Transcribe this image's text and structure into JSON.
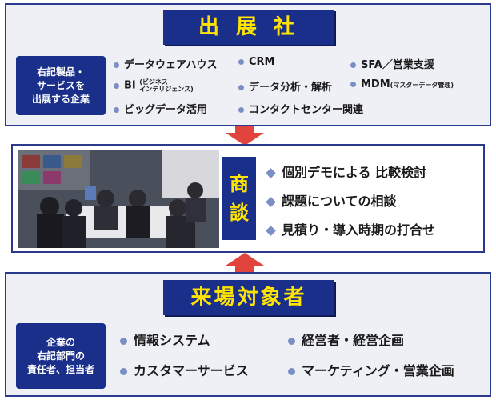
{
  "exhibitor": {
    "title": "出 展 社",
    "label": "右記製品・\nサービスを\n出展する企業",
    "items": {
      "dw": "データウェアハウス",
      "crm": "CRM",
      "sfa": "SFA／営業支援",
      "bi": "BI",
      "bi_sub_1": "(ビジネス",
      "bi_sub_2": "インテリジェンス)",
      "analysis": "データ分析・解析",
      "mdm": "MDM",
      "mdm_sub": "(マスターデータ管理)",
      "bigdata": "ビッグデータ活用",
      "contact": "コンタクトセンター関連"
    }
  },
  "meeting": {
    "title_1": "商",
    "title_2": "談",
    "items": [
      "個別デモによる 比較検討",
      "課題についての相談",
      "見積り・導入時期の打合せ"
    ]
  },
  "visitor": {
    "title": "来場対象者",
    "label": "企業の\n右記部門の\n責任者、担当者",
    "items": {
      "info": "情報システム",
      "mgmt": "経営者・経営企画",
      "cs": "カスタマーサービス",
      "marketing": "マーケティング・営業企画"
    }
  },
  "colors": {
    "navy": "#1a2f8a",
    "yellow": "#ffe400",
    "arrow": "#e0443c",
    "bullet": "#7a8fc4"
  }
}
